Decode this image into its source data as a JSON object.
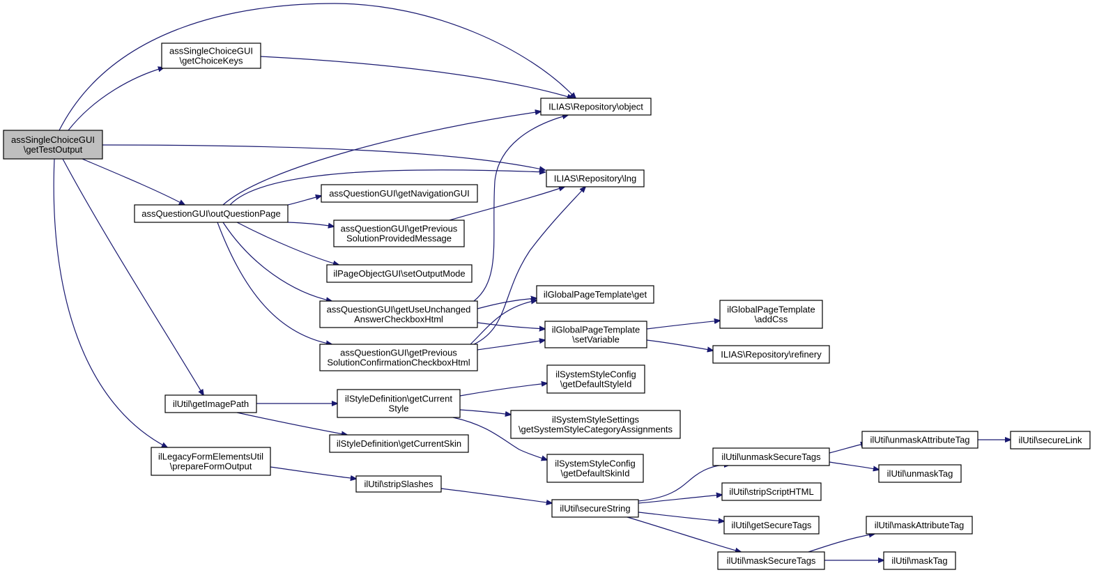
{
  "nodes": [
    {
      "id": "root",
      "lines": [
        "assSingleChoiceGUI",
        "\\getTestOutput"
      ],
      "root": true
    },
    {
      "id": "choicekeys",
      "lines": [
        "assSingleChoiceGUI",
        "\\getChoiceKeys"
      ]
    },
    {
      "id": "object",
      "lines": [
        "ILIAS\\Repository\\object"
      ]
    },
    {
      "id": "lng",
      "lines": [
        "ILIAS\\Repository\\lng"
      ]
    },
    {
      "id": "outq",
      "lines": [
        "assQuestionGUI\\outQuestionPage"
      ]
    },
    {
      "id": "nav",
      "lines": [
        "assQuestionGUI\\getNavigationGUI"
      ]
    },
    {
      "id": "prevmsg",
      "lines": [
        "assQuestionGUI\\getPrevious",
        "SolutionProvidedMessage"
      ]
    },
    {
      "id": "setout",
      "lines": [
        "ilPageObjectGUI\\setOutputMode"
      ]
    },
    {
      "id": "useunch",
      "lines": [
        "assQuestionGUI\\getUseUnchanged",
        "AnswerCheckboxHtml"
      ]
    },
    {
      "id": "prevconf",
      "lines": [
        "assQuestionGUI\\getPrevious",
        "SolutionConfirmationCheckboxHtml"
      ]
    },
    {
      "id": "gptget",
      "lines": [
        "ilGlobalPageTemplate\\get"
      ]
    },
    {
      "id": "gptsetvar",
      "lines": [
        "ilGlobalPageTemplate",
        "\\setVariable"
      ]
    },
    {
      "id": "gptaddcss",
      "lines": [
        "ilGlobalPageTemplate",
        "\\addCss"
      ]
    },
    {
      "id": "refinery",
      "lines": [
        "ILIAS\\Repository\\refinery"
      ]
    },
    {
      "id": "imgpath",
      "lines": [
        "ilUtil\\getImagePath"
      ]
    },
    {
      "id": "curstyle",
      "lines": [
        "ilStyleDefinition\\getCurrent",
        "Style"
      ]
    },
    {
      "id": "defstyle",
      "lines": [
        "ilSystemStyleConfig",
        "\\getDefaultStyleId"
      ]
    },
    {
      "id": "sscat",
      "lines": [
        "ilSystemStyleSettings",
        "\\getSystemStyleCategoryAssignments"
      ]
    },
    {
      "id": "curskin",
      "lines": [
        "ilStyleDefinition\\getCurrentSkin"
      ]
    },
    {
      "id": "defskin",
      "lines": [
        "ilSystemStyleConfig",
        "\\getDefaultSkinId"
      ]
    },
    {
      "id": "legacy",
      "lines": [
        "ilLegacyFormElementsUtil",
        "\\prepareFormOutput"
      ]
    },
    {
      "id": "strip",
      "lines": [
        "ilUtil\\stripSlashes"
      ]
    },
    {
      "id": "secure",
      "lines": [
        "ilUtil\\secureString"
      ]
    },
    {
      "id": "unmasksec",
      "lines": [
        "ilUtil\\unmaskSecureTags"
      ]
    },
    {
      "id": "unmaskattr",
      "lines": [
        "ilUtil\\unmaskAttributeTag"
      ]
    },
    {
      "id": "securelink",
      "lines": [
        "ilUtil\\secureLink"
      ]
    },
    {
      "id": "unmasktag",
      "lines": [
        "ilUtil\\unmaskTag"
      ]
    },
    {
      "id": "stripscript",
      "lines": [
        "ilUtil\\stripScriptHTML"
      ]
    },
    {
      "id": "getsecure",
      "lines": [
        "ilUtil\\getSecureTags"
      ]
    },
    {
      "id": "masksec",
      "lines": [
        "ilUtil\\maskSecureTags"
      ]
    },
    {
      "id": "maskattr",
      "lines": [
        "ilUtil\\maskAttributeTag"
      ]
    },
    {
      "id": "masktag",
      "lines": [
        "ilUtil\\maskTag"
      ]
    }
  ],
  "edges": [
    {
      "from": "root",
      "to": "choicekeys"
    },
    {
      "from": "root",
      "to": "object"
    },
    {
      "from": "root",
      "to": "lng"
    },
    {
      "from": "root",
      "to": "outq"
    },
    {
      "from": "root",
      "to": "imgpath"
    },
    {
      "from": "root",
      "to": "legacy"
    },
    {
      "from": "choicekeys",
      "to": "object"
    },
    {
      "from": "outq",
      "to": "object"
    },
    {
      "from": "outq",
      "to": "lng"
    },
    {
      "from": "outq",
      "to": "nav"
    },
    {
      "from": "outq",
      "to": "prevmsg"
    },
    {
      "from": "outq",
      "to": "setout"
    },
    {
      "from": "outq",
      "to": "useunch"
    },
    {
      "from": "outq",
      "to": "prevconf"
    },
    {
      "from": "prevmsg",
      "to": "lng"
    },
    {
      "from": "useunch",
      "to": "object"
    },
    {
      "from": "useunch",
      "to": "gptget"
    },
    {
      "from": "useunch",
      "to": "gptsetvar"
    },
    {
      "from": "prevconf",
      "to": "lng"
    },
    {
      "from": "prevconf",
      "to": "gptget"
    },
    {
      "from": "prevconf",
      "to": "gptsetvar"
    },
    {
      "from": "gptsetvar",
      "to": "gptaddcss"
    },
    {
      "from": "gptsetvar",
      "to": "refinery"
    },
    {
      "from": "imgpath",
      "to": "curstyle"
    },
    {
      "from": "imgpath",
      "to": "curskin"
    },
    {
      "from": "curstyle",
      "to": "defstyle"
    },
    {
      "from": "curstyle",
      "to": "sscat"
    },
    {
      "from": "curstyle",
      "to": "defskin"
    },
    {
      "from": "legacy",
      "to": "strip"
    },
    {
      "from": "strip",
      "to": "secure"
    },
    {
      "from": "secure",
      "to": "unmasksec"
    },
    {
      "from": "secure",
      "to": "stripscript"
    },
    {
      "from": "secure",
      "to": "getsecure"
    },
    {
      "from": "secure",
      "to": "masksec"
    },
    {
      "from": "unmasksec",
      "to": "unmaskattr"
    },
    {
      "from": "unmasksec",
      "to": "unmasktag"
    },
    {
      "from": "unmaskattr",
      "to": "securelink"
    },
    {
      "from": "masksec",
      "to": "maskattr"
    },
    {
      "from": "masksec",
      "to": "masktag"
    }
  ],
  "colors": {
    "edge": "#191970",
    "root_fill": "#bfbfbf",
    "node_fill": "#ffffff",
    "border": "#000000"
  }
}
